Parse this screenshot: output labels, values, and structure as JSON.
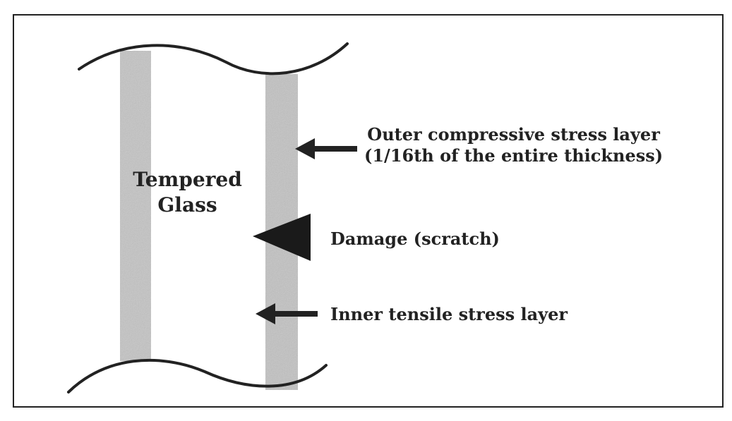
{
  "diagram": {
    "glass_label_line1": "Tempered",
    "glass_label_line2": "Glass",
    "outer_layer_line1": "Outer compressive stress layer",
    "outer_layer_line2": "(1/16th of the entire thickness)",
    "damage_label": "Damage (scratch)",
    "inner_layer_label": "Inner tensile stress layer",
    "colors": {
      "stroke": "#222222",
      "layer_fill": "#c4c4c4",
      "background": "#ffffff"
    }
  }
}
